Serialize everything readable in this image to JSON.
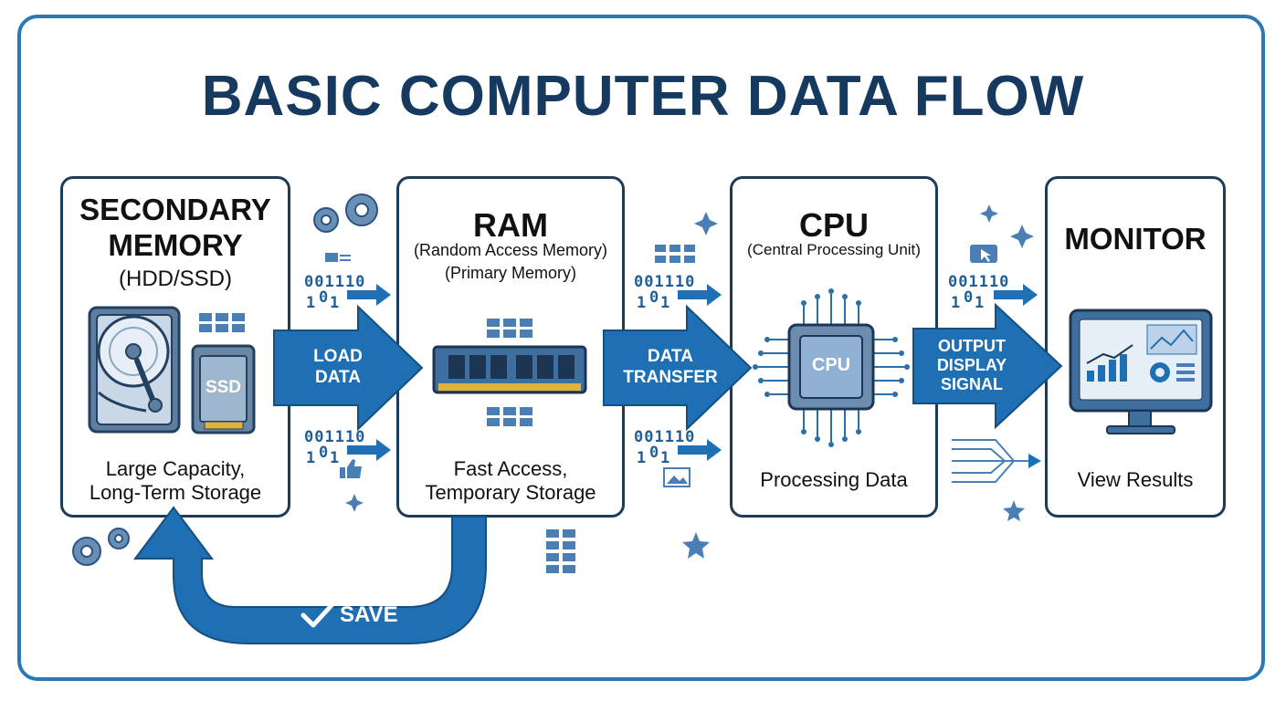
{
  "title": "BASIC COMPUTER DATA FLOW",
  "colors": {
    "title": "#163a5f",
    "frame_border": "#2a78b8",
    "arrow_blue": "#1f6fb5",
    "box_border": "#1f3b5a",
    "icon_blue": "#4a7fb5"
  },
  "secondary_memory": {
    "title_line1": "SECONDARY",
    "title_line2": "MEMORY",
    "subtitle": "(HDD/SSD)",
    "ssd_label": "SSD",
    "note_line1": "Large Capacity,",
    "note_line2": "Long-Term Storage"
  },
  "ram": {
    "title": "RAM",
    "subtitle_line1": "(Random Access Memory)",
    "subtitle_line2": "(Primary Memory)",
    "note_line1": "Fast Access,",
    "note_line2": "Temporary Storage"
  },
  "cpu": {
    "title": "CPU",
    "subtitle": "(Central Processing Unit)",
    "chip_label": "CPU",
    "note": "Processing Data"
  },
  "monitor": {
    "title": "MONITOR",
    "note": "View Results"
  },
  "arrows": {
    "load_line1": "LOAD",
    "load_line2": "DATA",
    "transfer_line1": "DATA",
    "transfer_line2": "TRANSFER",
    "output_line1": "OUTPUT",
    "output_line2": "DISPLAY",
    "output_line3": "SIGNAL",
    "save": "SAVE"
  },
  "binary": {
    "row1": "001110",
    "row2a": "1",
    "row2b": "0",
    "row2c": "1"
  },
  "icons": [
    "hard-drive-icon",
    "ssd-icon",
    "ram-module-icon",
    "cpu-chip-icon",
    "monitor-icon",
    "gear-icon",
    "grid-icon",
    "sparkle-icon",
    "star-icon",
    "check-icon",
    "cursor-icon",
    "thumbs-up-icon",
    "image-icon"
  ]
}
